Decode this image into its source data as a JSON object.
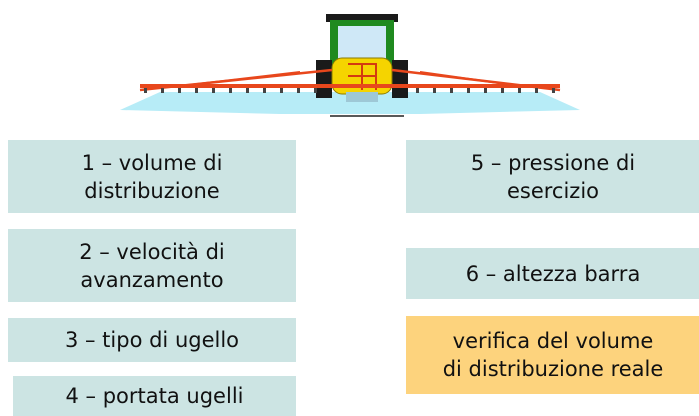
{
  "illustration": {
    "icon": "tractor-sprayer-icon",
    "colors": {
      "tractor_body": "#1f8a1f",
      "cab_glass": "#cfe8f7",
      "tank": "#f5d400",
      "boom": "#e8471c",
      "spray": "#b7ecf7",
      "nozzles": "#444444"
    }
  },
  "boxes": [
    {
      "id": "box-1",
      "text": "1 – volume di\ndistribuzione"
    },
    {
      "id": "box-2",
      "text": "2 – velocità di\navanzamento"
    },
    {
      "id": "box-3",
      "text": "3 – tipo di ugello"
    },
    {
      "id": "box-4",
      "text": "4 – portata ugelli"
    },
    {
      "id": "box-5",
      "text": "5 – pressione di\nesercizio"
    },
    {
      "id": "box-6",
      "text": "6 – altezza barra"
    },
    {
      "id": "box-result",
      "text": "verifica del volume\ndi distribuzione reale"
    }
  ],
  "colors": {
    "box_fill": "#cce4e3",
    "highlight_fill": "#fdd37d"
  }
}
